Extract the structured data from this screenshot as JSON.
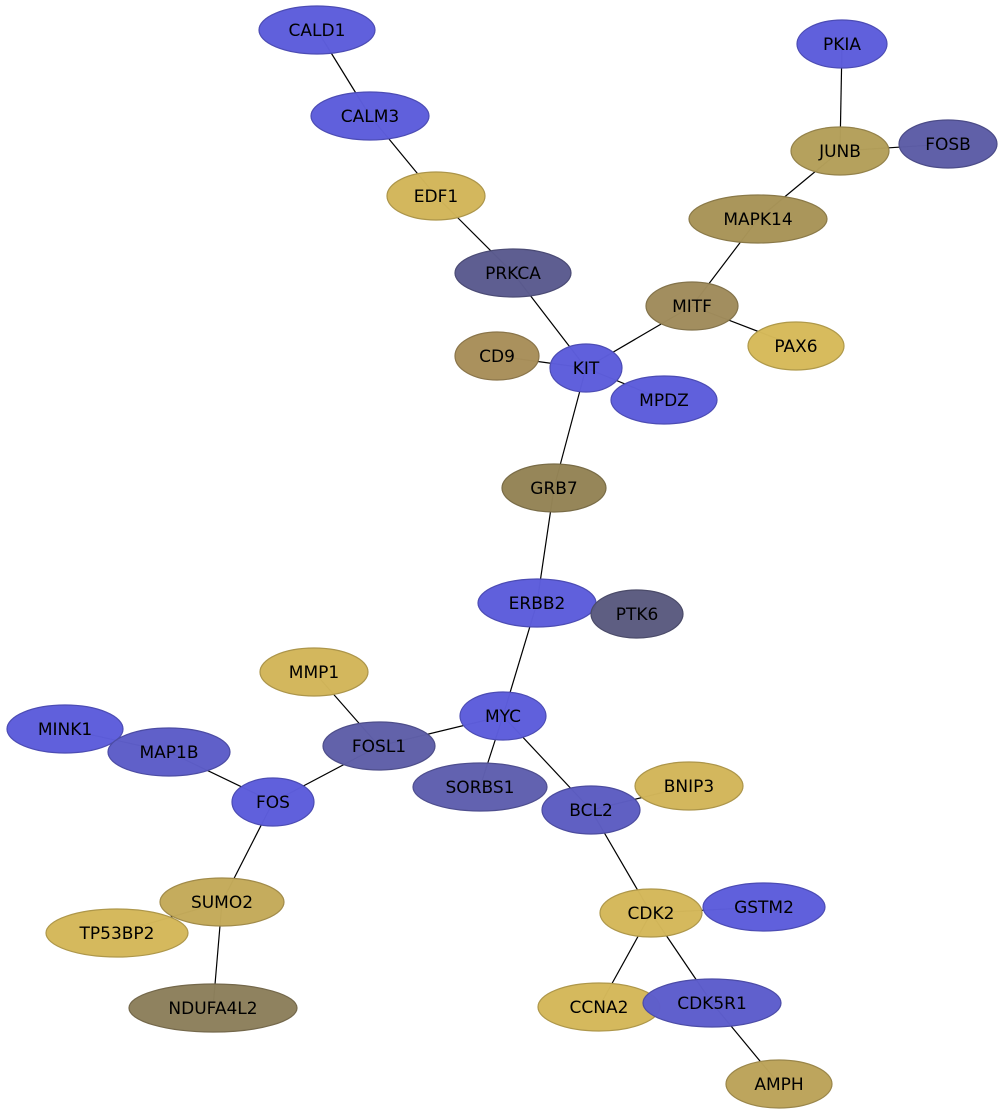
{
  "network": {
    "palette": {
      "blue": "#5a5ad6",
      "slate": "#5a5a94",
      "gold": "#d4b858",
      "olive": "#a68e58",
      "khaki": "#8c7e58"
    },
    "nodes": [
      {
        "id": "CALD1",
        "label": "CALD1",
        "color": "#5d5ddb"
      },
      {
        "id": "CALM3",
        "label": "CALM3",
        "color": "#5d5ddb"
      },
      {
        "id": "EDF1",
        "label": "EDF1",
        "color": "#d2b65a"
      },
      {
        "id": "PRKCA",
        "label": "PRKCA",
        "color": "#5b5b8f"
      },
      {
        "id": "KIT",
        "label": "KIT",
        "color": "#5d5ddb"
      },
      {
        "id": "CD9",
        "label": "CD9",
        "color": "#a88f5a"
      },
      {
        "id": "MPDZ",
        "label": "MPDZ",
        "color": "#5d5ddb"
      },
      {
        "id": "GRB7",
        "label": "GRB7",
        "color": "#948456"
      },
      {
        "id": "ERBB2",
        "label": "ERBB2",
        "color": "#5d5ddb"
      },
      {
        "id": "PTK6",
        "label": "PTK6",
        "color": "#5b5b80"
      },
      {
        "id": "MYC",
        "label": "MYC",
        "color": "#5d5ddb"
      },
      {
        "id": "FOSL1",
        "label": "FOSL1",
        "color": "#5f5fa8"
      },
      {
        "id": "SORBS1",
        "label": "SORBS1",
        "color": "#5f5fae"
      },
      {
        "id": "BCL2",
        "label": "BCL2",
        "color": "#5d5dc2"
      },
      {
        "id": "BNIP3",
        "label": "BNIP3",
        "color": "#d2b65a"
      },
      {
        "id": "CDK2",
        "label": "CDK2",
        "color": "#d4b85a"
      },
      {
        "id": "GSTM2",
        "label": "GSTM2",
        "color": "#5d5ddb"
      },
      {
        "id": "CCNA2",
        "label": "CCNA2",
        "color": "#d4b85a"
      },
      {
        "id": "CDK5R1",
        "label": "CDK5R1",
        "color": "#5d5dcc"
      },
      {
        "id": "AMPH",
        "label": "AMPH",
        "color": "#bca35a"
      },
      {
        "id": "MMP1",
        "label": "MMP1",
        "color": "#d2b65a"
      },
      {
        "id": "MINK1",
        "label": "MINK1",
        "color": "#5d5ddb"
      },
      {
        "id": "MAP1B",
        "label": "MAP1B",
        "color": "#5d5dc8"
      },
      {
        "id": "FOS",
        "label": "FOS",
        "color": "#5d5ddb"
      },
      {
        "id": "SUMO2",
        "label": "SUMO2",
        "color": "#c4aa5a"
      },
      {
        "id": "TP53BP2",
        "label": "TP53BP2",
        "color": "#d4b85a"
      },
      {
        "id": "NDUFA4L2",
        "label": "NDUFA4L2",
        "color": "#8d7f5c"
      },
      {
        "id": "MITF",
        "label": "MITF",
        "color": "#a08c5c"
      },
      {
        "id": "PAX6",
        "label": "PAX6",
        "color": "#d6ba5a"
      },
      {
        "id": "MAPK14",
        "label": "MAPK14",
        "color": "#a89458"
      },
      {
        "id": "JUNB",
        "label": "JUNB",
        "color": "#b49f5a"
      },
      {
        "id": "FOSB",
        "label": "FOSB",
        "color": "#5d5da6"
      },
      {
        "id": "PKIA",
        "label": "PKIA",
        "color": "#5d5ddb"
      }
    ],
    "edges": [
      [
        "CALD1",
        "CALM3"
      ],
      [
        "CALM3",
        "EDF1"
      ],
      [
        "EDF1",
        "PRKCA"
      ],
      [
        "PRKCA",
        "KIT"
      ],
      [
        "CD9",
        "KIT"
      ],
      [
        "KIT",
        "MPDZ"
      ],
      [
        "KIT",
        "MITF"
      ],
      [
        "KIT",
        "GRB7"
      ],
      [
        "MITF",
        "PAX6"
      ],
      [
        "MITF",
        "MAPK14"
      ],
      [
        "MAPK14",
        "JUNB"
      ],
      [
        "JUNB",
        "PKIA"
      ],
      [
        "JUNB",
        "FOSB"
      ],
      [
        "GRB7",
        "ERBB2"
      ],
      [
        "ERBB2",
        "MYC"
      ],
      [
        "MYC",
        "FOSL1"
      ],
      [
        "MYC",
        "SORBS1"
      ],
      [
        "MYC",
        "BCL2"
      ],
      [
        "FOSL1",
        "MMP1"
      ],
      [
        "FOSL1",
        "FOS"
      ],
      [
        "FOS",
        "MAP1B"
      ],
      [
        "MAP1B",
        "MINK1"
      ],
      [
        "FOS",
        "SUMO2"
      ],
      [
        "SUMO2",
        "TP53BP2"
      ],
      [
        "SUMO2",
        "NDUFA4L2"
      ],
      [
        "BCL2",
        "BNIP3"
      ],
      [
        "BCL2",
        "CDK2"
      ],
      [
        "CDK2",
        "GSTM2"
      ],
      [
        "CDK2",
        "CCNA2"
      ],
      [
        "CDK2",
        "CDK5R1"
      ],
      [
        "CDK5R1",
        "AMPH"
      ]
    ]
  }
}
